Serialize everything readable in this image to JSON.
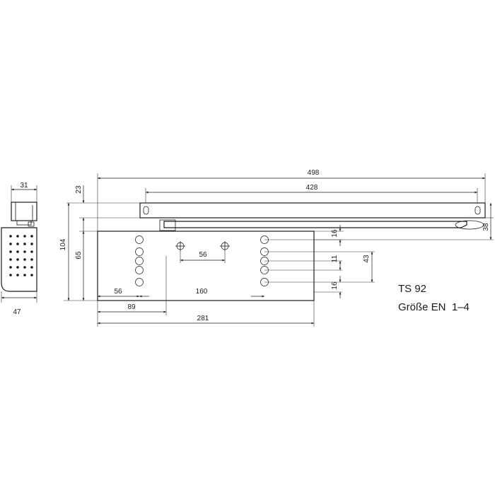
{
  "product": {
    "model": "TS 92",
    "size": "Größe EN  1–4"
  },
  "dimensions": {
    "d31": "31",
    "d47": "47",
    "d498": "498",
    "d428": "428",
    "d23": "23",
    "d104": "104",
    "d65": "65",
    "d38": "38",
    "d16_top": "16",
    "d11": "11",
    "d43": "43",
    "d16_bottom": "16",
    "d56_holes": "56",
    "d56_left": "56",
    "d160": "160",
    "d89": "89",
    "d281": "281"
  }
}
